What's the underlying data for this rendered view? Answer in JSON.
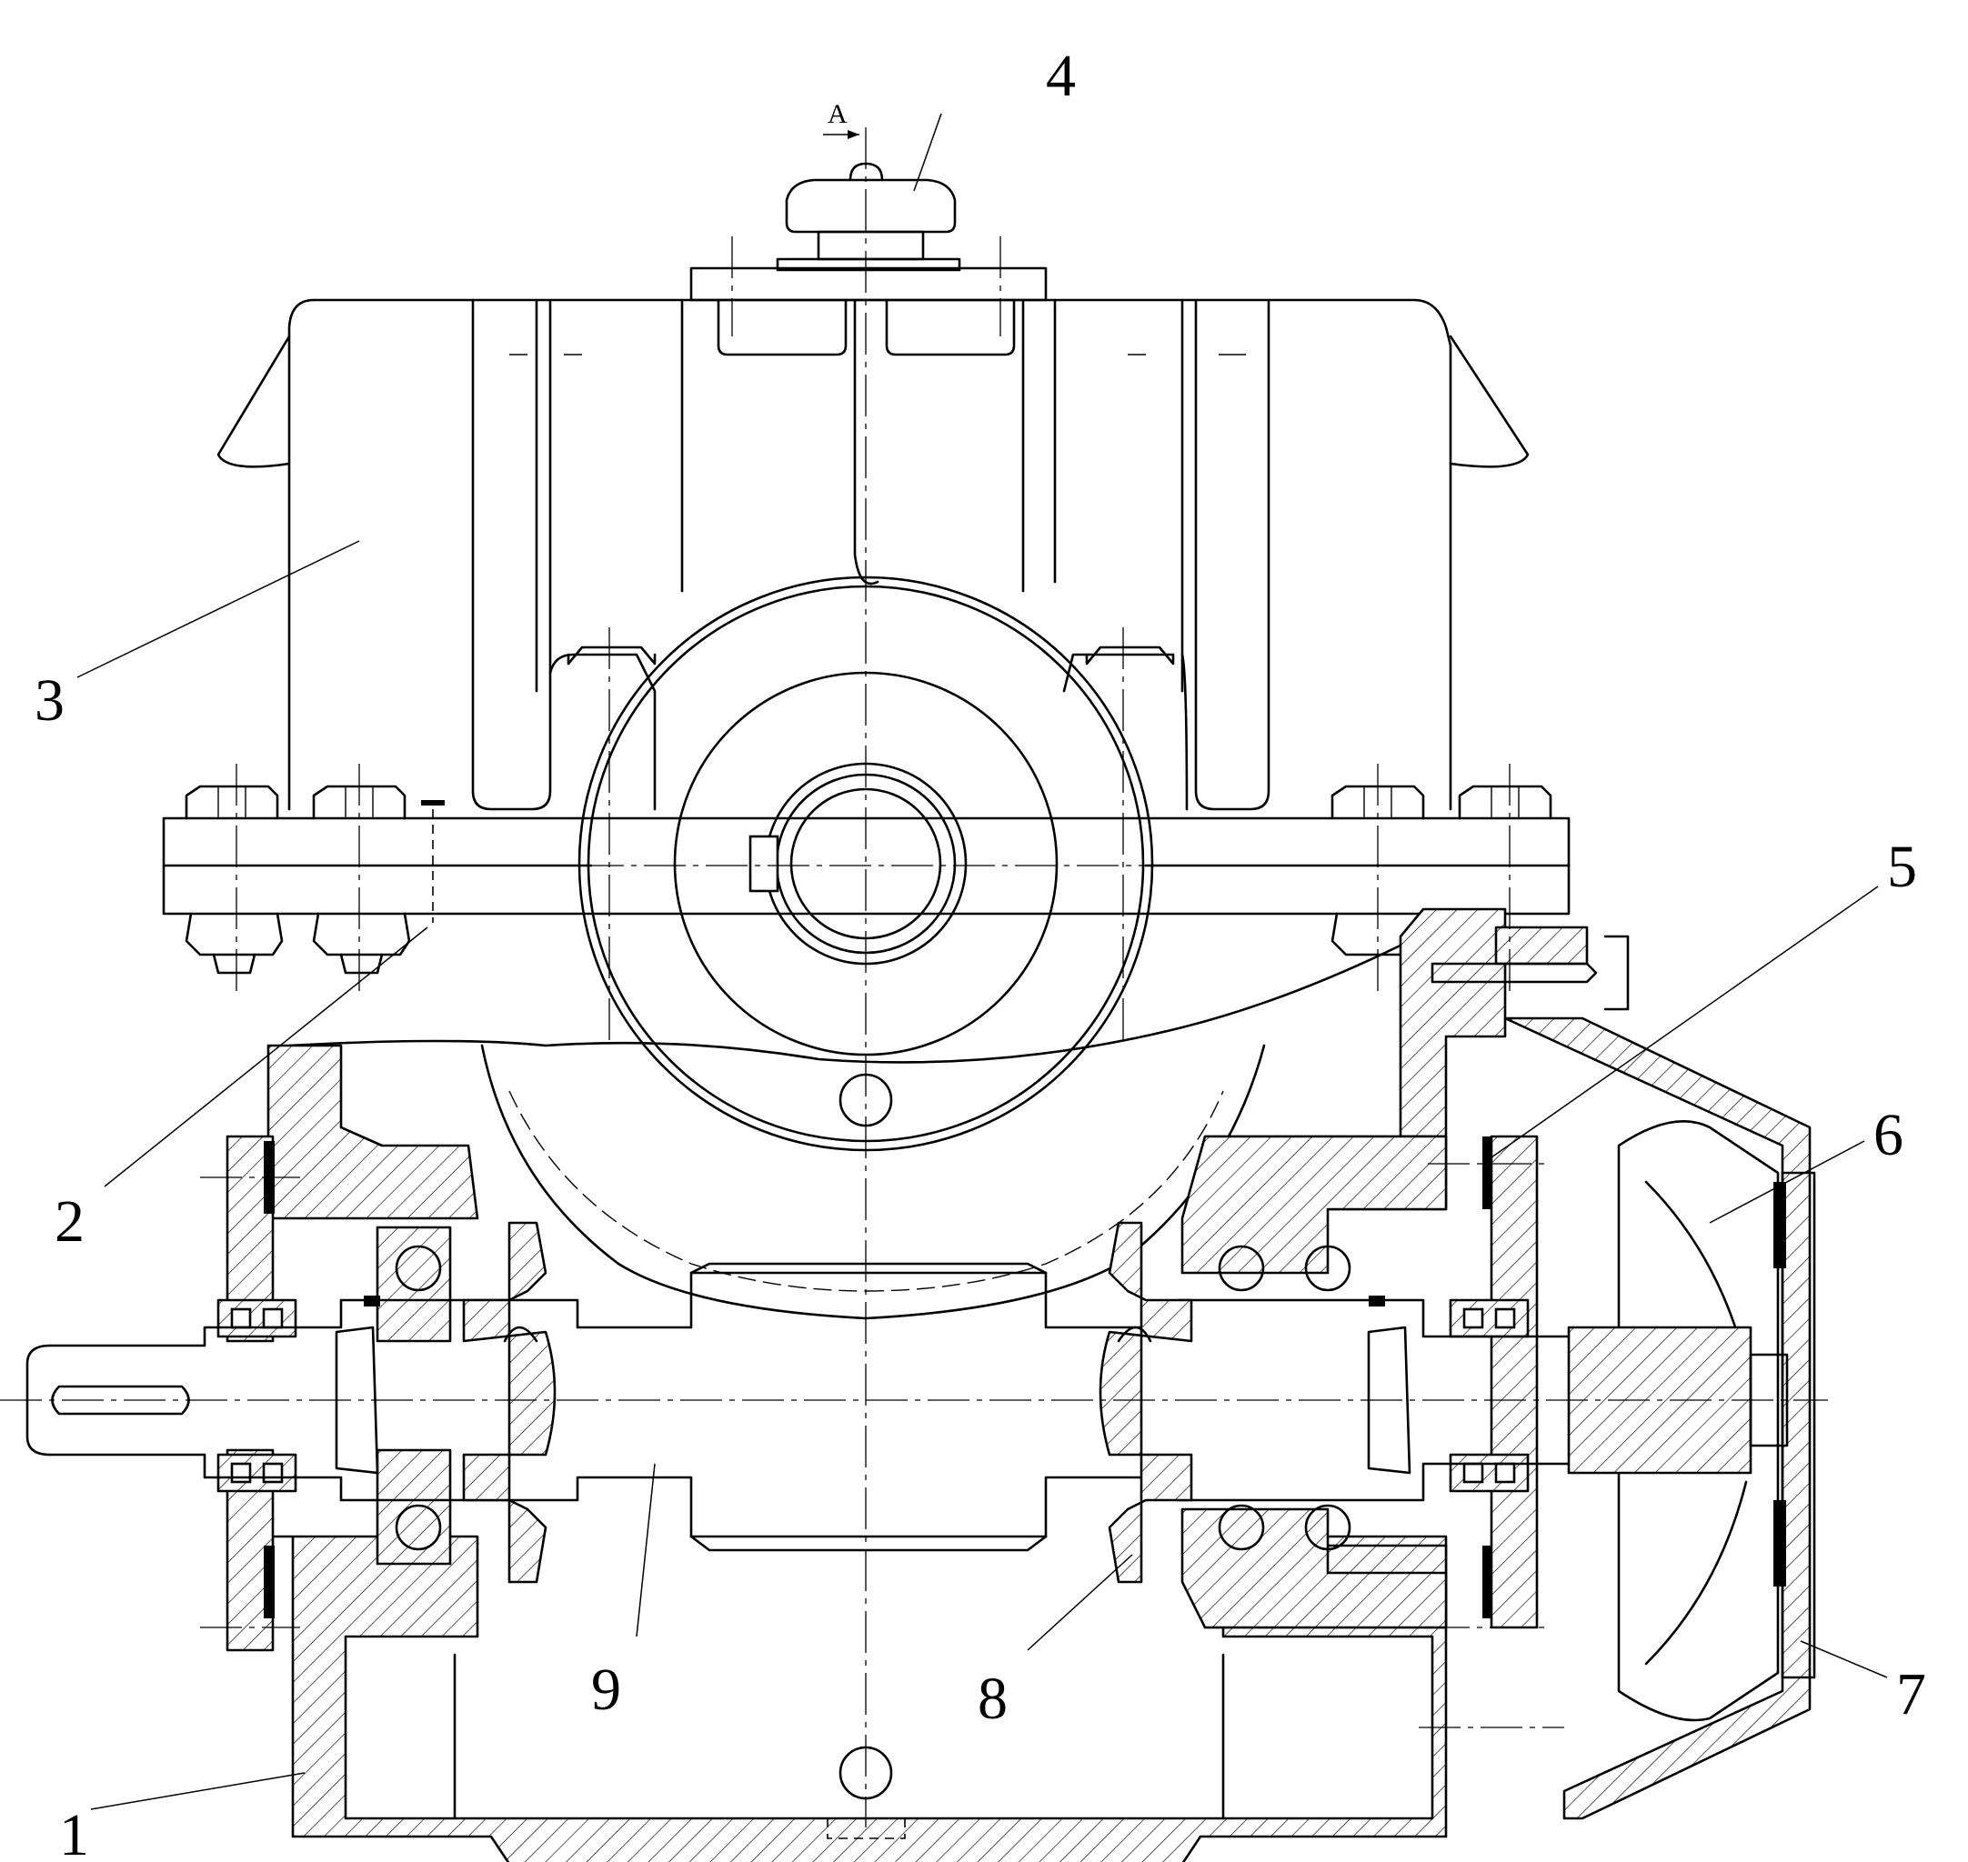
{
  "section_marker": "A",
  "callouts": [
    {
      "id": "1",
      "text": "1"
    },
    {
      "id": "2",
      "text": "2"
    },
    {
      "id": "3",
      "text": "3"
    },
    {
      "id": "4",
      "text": "4"
    },
    {
      "id": "5",
      "text": "5"
    },
    {
      "id": "6",
      "text": "6"
    },
    {
      "id": "7",
      "text": "7"
    },
    {
      "id": "8",
      "text": "8"
    },
    {
      "id": "9",
      "text": "9"
    }
  ]
}
